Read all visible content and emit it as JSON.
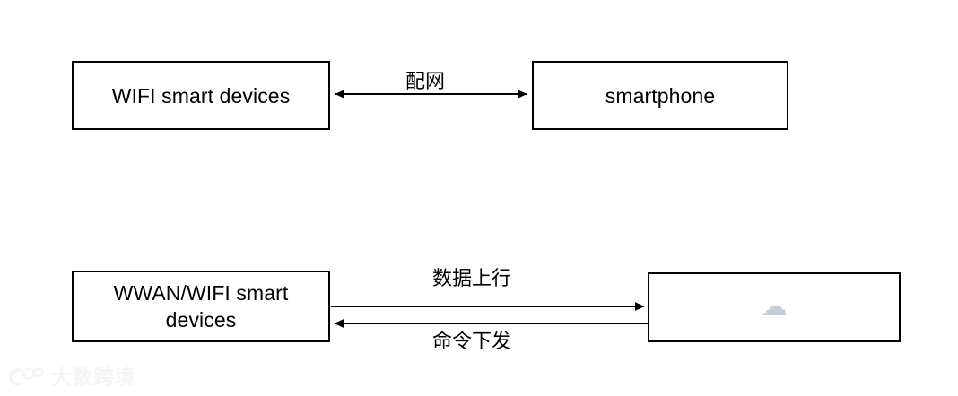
{
  "diagram": {
    "background_color": "#ffffff",
    "stroke_color": "#000000",
    "nodes": [
      {
        "id": "wifi-devices",
        "label": "WIFI smart devices",
        "row": "upper",
        "side": "left"
      },
      {
        "id": "smartphone",
        "label": "smartphone",
        "row": "upper",
        "side": "right"
      },
      {
        "id": "wwan-devices",
        "label": "WWAN/WIFI smart\ndevices",
        "row": "lower",
        "side": "left"
      },
      {
        "id": "cloud",
        "label": "",
        "icon": "cloud-icon",
        "icon_glyph": "☁",
        "icon_color": "#c5cbd8",
        "row": "lower",
        "side": "right"
      }
    ],
    "edges": [
      {
        "id": "peiwang",
        "label": "配网",
        "from": "wifi-devices",
        "to": "smartphone",
        "direction": "bidirectional"
      },
      {
        "id": "data-uplink",
        "label": "数据上行",
        "from": "wwan-devices",
        "to": "cloud",
        "direction": "forward"
      },
      {
        "id": "command-downlink",
        "label": "命令下发",
        "from": "cloud",
        "to": "wwan-devices",
        "direction": "forward"
      }
    ]
  },
  "watermark": {
    "text": "大数跨境",
    "logo": "logo-icon",
    "color": "#ececec"
  }
}
